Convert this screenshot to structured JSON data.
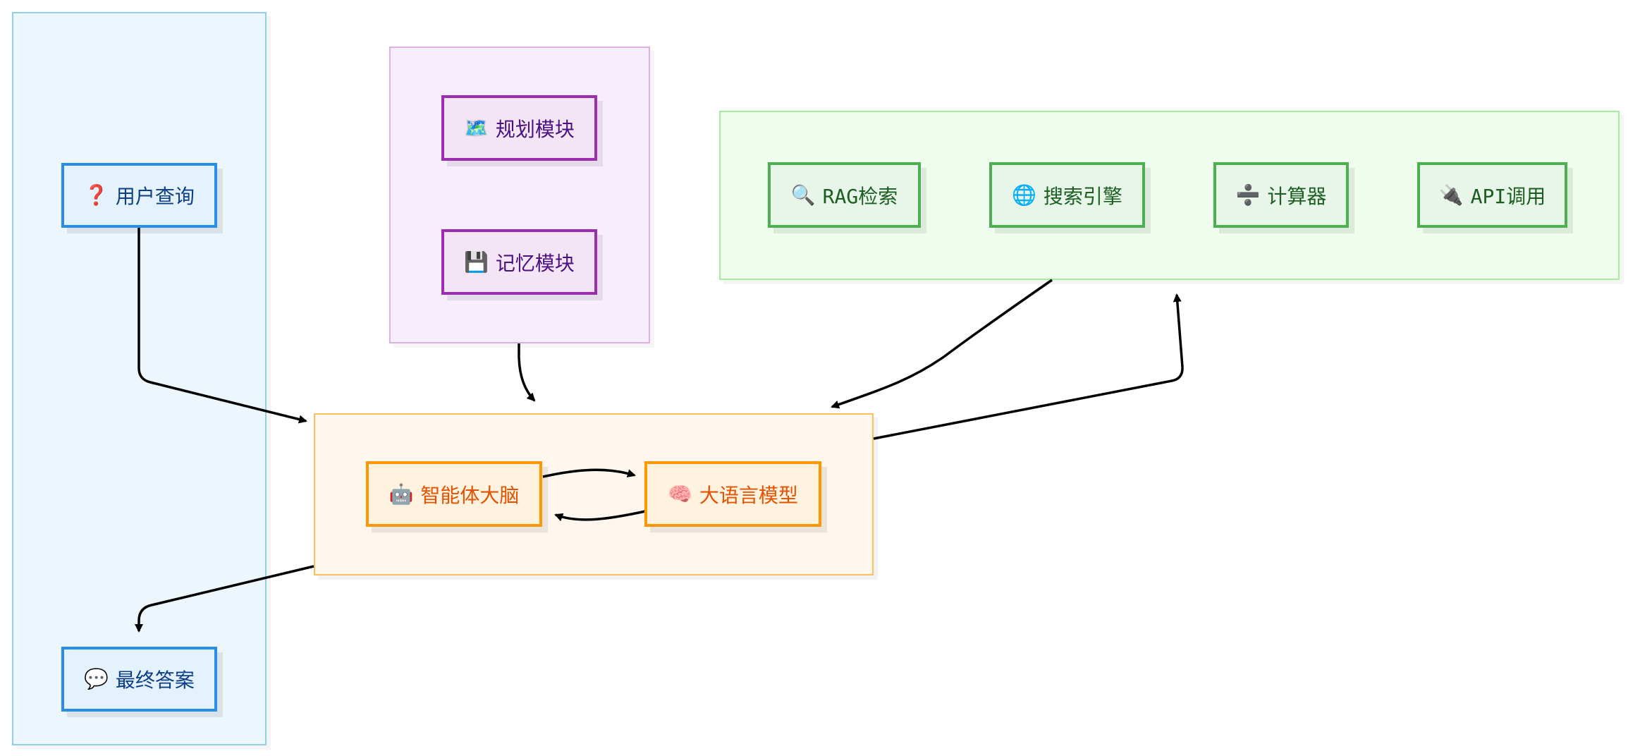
{
  "nodes": {
    "user_query": {
      "icon": "❓",
      "label": "用户查询"
    },
    "final_answer": {
      "icon": "💬",
      "label": "最终答案"
    },
    "planning": {
      "icon": "🗺️",
      "label": "规划模块"
    },
    "memory": {
      "icon": "💾",
      "label": "记忆模块"
    },
    "rag": {
      "icon": "🔍",
      "label": "RAG检索"
    },
    "search": {
      "icon": "🌐",
      "label": "搜索引擎"
    },
    "calculator": {
      "icon": "➗",
      "label": "计算器"
    },
    "api": {
      "icon": "🔌",
      "label": "API调用"
    },
    "agent_brain": {
      "icon": "🤖",
      "label": "智能体大脑"
    },
    "llm": {
      "icon": "🧠",
      "label": "大语言模型"
    }
  },
  "colors": {
    "io_group": "#edf6fd",
    "memory_group": "#f7eefd",
    "tools_group": "#effdee",
    "core_group": "#fff7ee",
    "edge": "#000000"
  }
}
